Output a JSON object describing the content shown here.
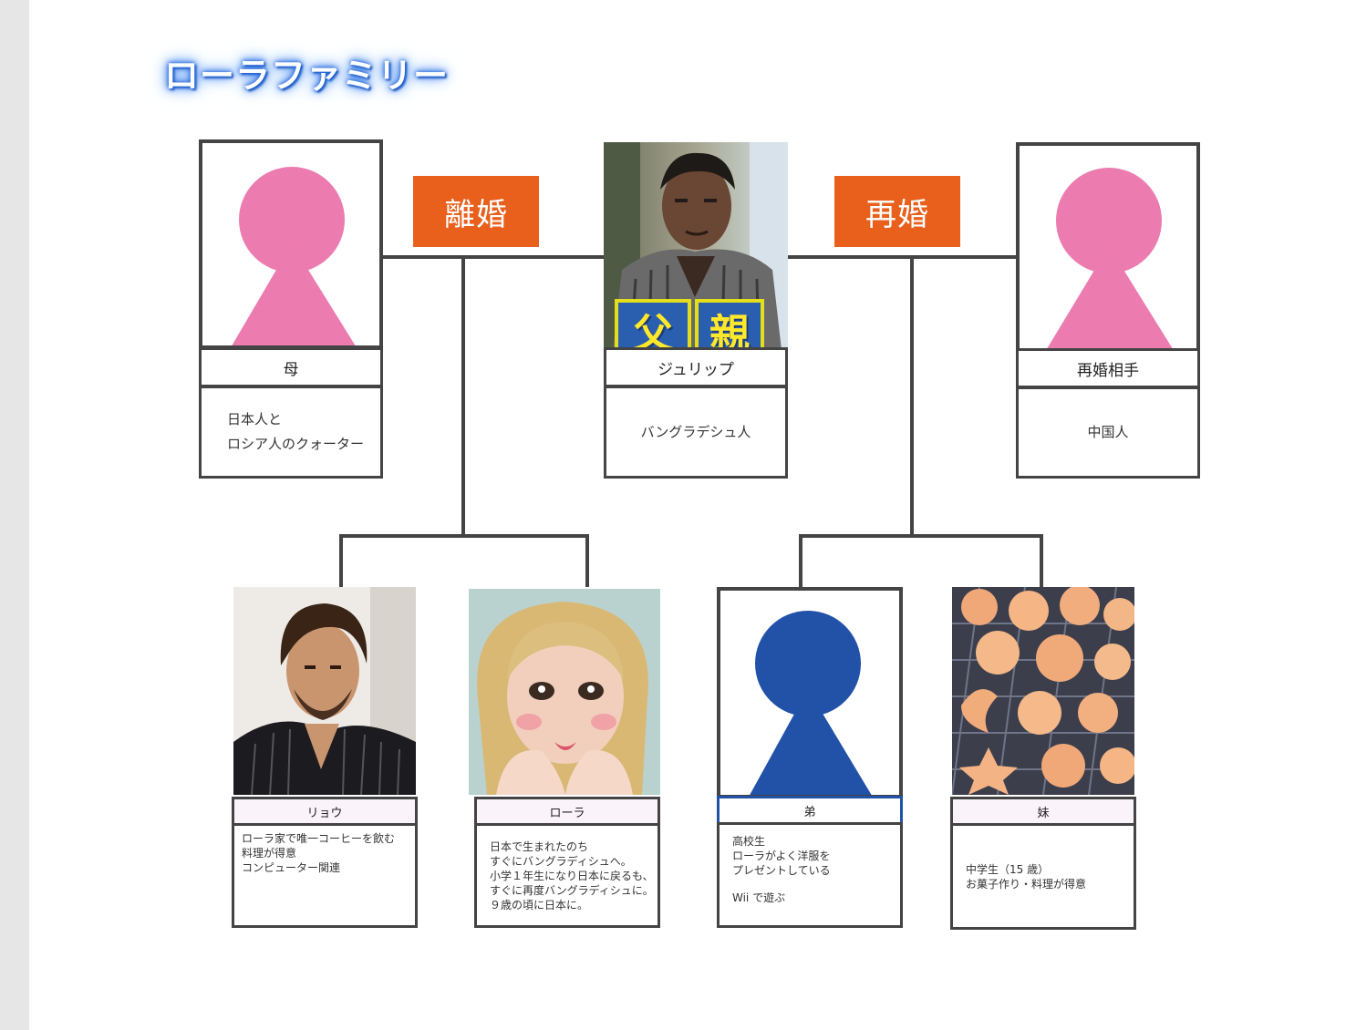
{
  "title": "ローラファミリー",
  "relations": {
    "divorce": "離婚",
    "remarriage": "再婚"
  },
  "parents": [
    {
      "id": "mother",
      "name": "母",
      "desc": [
        "日本人と",
        "ロシア人のクォーター"
      ],
      "photo": "pink-silhouette"
    },
    {
      "id": "father",
      "name": "ジュリップ",
      "desc": [
        "バングラデシュ人"
      ],
      "photo": "father-photo",
      "photo_caption": [
        "父",
        "親"
      ]
    },
    {
      "id": "stepmother",
      "name": "再婚相手",
      "desc": [
        "中国人"
      ],
      "photo": "pink-silhouette"
    }
  ],
  "children": [
    {
      "id": "ryo",
      "name": "リョウ",
      "desc": [
        "ローラ家で唯一コーヒーを飲む",
        "料理が得意",
        "コンピューター関連"
      ],
      "photo": "ryo-photo"
    },
    {
      "id": "rola",
      "name": "ローラ",
      "desc": [
        "日本で生まれたのち",
        "すぐにバングラディシュへ。",
        "小学１年生になり日本に戻るも、",
        "すぐに再度バングラディシュに。",
        "９歳の頃に日本に。"
      ],
      "photo": "rola-photo"
    },
    {
      "id": "brother",
      "name": "弟",
      "desc": [
        "高校生",
        "ローラがよく洋服を",
        "プレゼントしている",
        "",
        "Wii で遊ぶ"
      ],
      "photo": "blue-silhouette"
    },
    {
      "id": "sister",
      "name": "妹",
      "desc": [
        "中学生（15 歳）",
        "お菓子作り・料理が得意"
      ],
      "photo": "cookies-photo"
    }
  ],
  "colors": {
    "pink_silhouette": "#ec7bb0",
    "blue_silhouette": "#2252a8",
    "tag_orange": "#e8601c",
    "line": "#444444",
    "title_glow": "#1f63d8"
  }
}
